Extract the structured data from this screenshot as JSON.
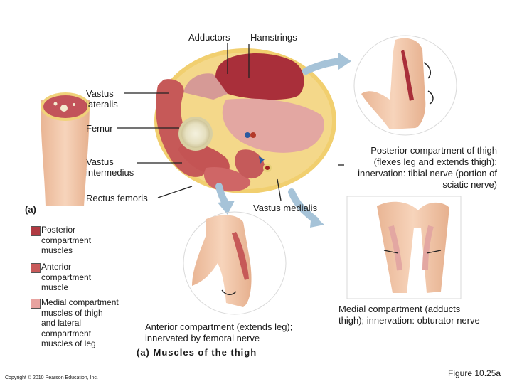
{
  "labels": {
    "adductors": "Adductors",
    "hamstrings": "Hamstrings",
    "vastus_lateralis": "Vastus\nlateralis",
    "femur": "Femur",
    "vastus_intermedius": "Vastus\nintermedius",
    "rectus_femoris": "Rectus femoris",
    "vastus_medialis": "Vastus medialis",
    "part_a": "(a)"
  },
  "legend": [
    {
      "text": "Posterior compartment muscles",
      "color": "#b03a42"
    },
    {
      "text": "Anterior compartment muscle",
      "color": "#c85a5a"
    },
    {
      "text": "Medial compartment muscles of thigh and lateral compartment muscles of leg",
      "color": "#e8a3a0"
    }
  ],
  "captions": {
    "posterior": "Posterior compartment of thigh (flexes leg and extends thigh); innervation: tibial nerve (portion of sciatic nerve)",
    "anterior": "Anterior compartment (extends leg); innervated by femoral nerve",
    "medial": "Medial compartment (adducts thigh); innervation: obturator nerve",
    "figure_title": "(a) Muscles of the thigh",
    "copyright": "Copyright © 2010 Pearson Education, Inc.",
    "figure_number": "Figure 10.25a"
  },
  "colors": {
    "posterior": "#b03a42",
    "anterior": "#c85a5a",
    "medial": "#e8a3a0",
    "arrow": "#9ab8cf",
    "skin": "#f2c7a8"
  }
}
